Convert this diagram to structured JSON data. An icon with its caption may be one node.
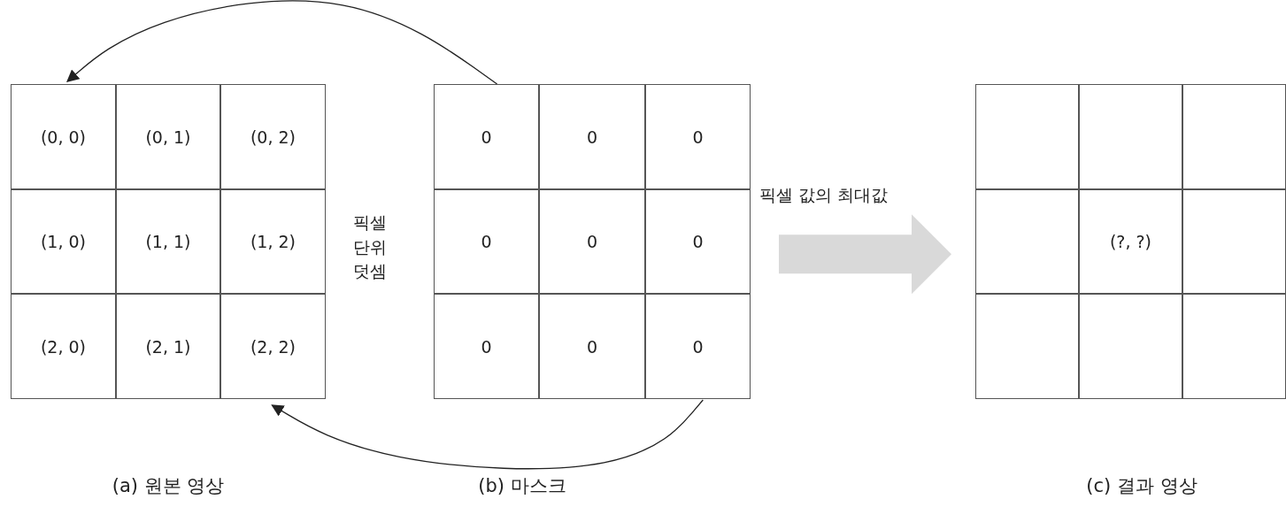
{
  "diagram": {
    "nodes": [
      {
        "text": [],
        "shape": "box"
      },
      {
        "text": [
          "(0, 0)"
        ],
        "in": 0
      },
      {
        "text": [
          "(0, 1)"
        ],
        "in": 0
      },
      {
        "text": [
          "(0, 2)"
        ],
        "in": 0
      },
      {
        "text": [
          "(1, 0)"
        ],
        "in": 0
      },
      {
        "text": [
          "(1, 1)"
        ],
        "in": 0
      },
      {
        "text": [
          "(1, 2)"
        ],
        "in": 0
      },
      {
        "text": [
          "(2, 0)"
        ],
        "in": 0
      },
      {
        "text": [
          "(2, 1)"
        ],
        "in": 0
      },
      {
        "text": [
          "(2, 2)"
        ],
        "in": 0
      },
      {
        "text": [],
        "shape": "box"
      },
      {
        "text": [
          "0"
        ],
        "in": 10
      },
      {
        "text": [
          "0"
        ],
        "in": 10
      },
      {
        "text": [
          "0"
        ],
        "in": 10
      },
      {
        "text": [
          "0"
        ],
        "in": 10
      },
      {
        "text": [
          "0"
        ],
        "in": 10
      },
      {
        "text": [
          "0"
        ],
        "in": 10
      },
      {
        "text": [
          "0"
        ],
        "in": 10
      },
      {
        "text": [
          "0"
        ],
        "in": 10
      },
      {
        "text": [
          "0"
        ],
        "in": 10
      },
      {
        "text": [],
        "shape": "box"
      },
      {
        "text": [],
        "shape": "box",
        "in": 20
      },
      {
        "text": [],
        "shape": "box",
        "in": 20
      },
      {
        "text": [],
        "shape": "box",
        "in": 20
      },
      {
        "text": [],
        "shape": "box",
        "in": 20
      },
      {
        "text": [
          "(?, ?)"
        ],
        "in": 20
      },
      {
        "text": [],
        "shape": "box",
        "in": 20
      },
      {
        "text": [],
        "shape": "box",
        "in": 20
      },
      {
        "text": [],
        "shape": "box",
        "in": 20
      },
      {
        "text": [],
        "shape": "box",
        "in": 20
      }
    ],
    "edges": [
      {
        "from": 10,
        "to": 0,
        "arrow": "to"
      },
      {
        "from": 10,
        "to": 0,
        "arrow": "to"
      },
      {
        "from": 10,
        "to": 20,
        "arrow": "to",
        "label": "픽셀 값의 최대값",
        "style": "thick",
        "color": "#d9d9d9"
      }
    ],
    "labels": [
      "픽셀 단위 덧셈",
      "(a) 원본 영상",
      "(b) 마스크",
      "(c) 결과 영상"
    ]
  }
}
